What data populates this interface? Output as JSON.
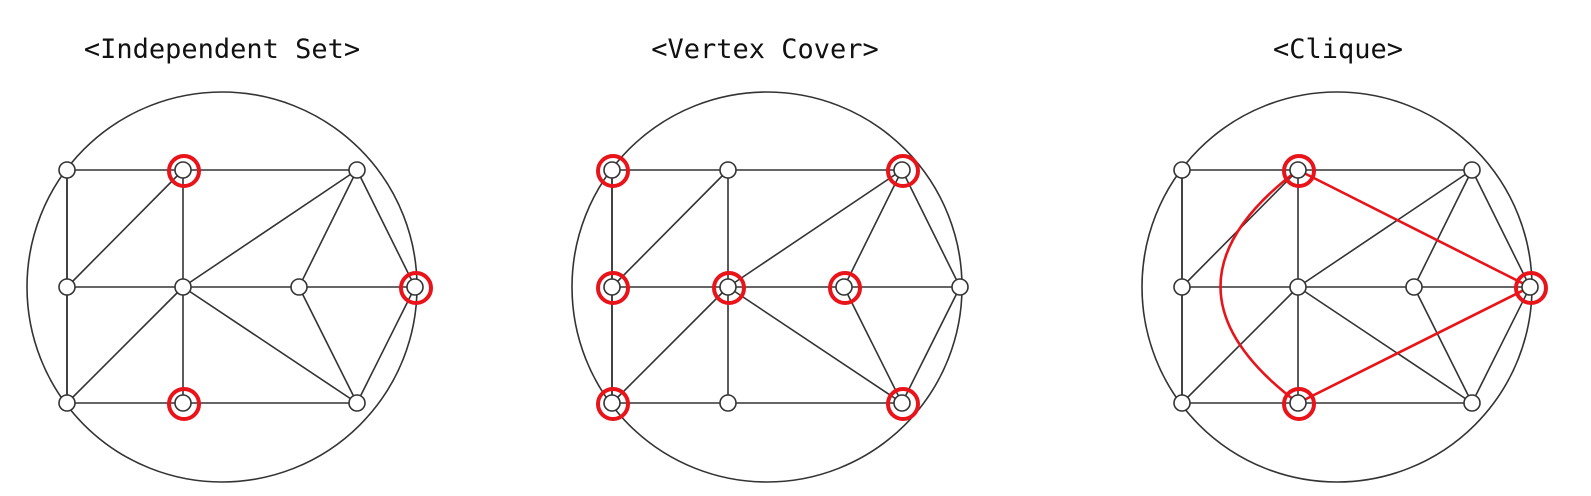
{
  "panels": [
    {
      "title": "<Independent Set>",
      "highlighted_vertices": [
        "n1",
        "n6",
        "n8"
      ],
      "highlighted_edges": []
    },
    {
      "title": "<Vertex Cover>",
      "highlighted_vertices": [
        "n0",
        "n2",
        "n3",
        "n4",
        "n5",
        "n7",
        "n9"
      ],
      "highlighted_edges": []
    },
    {
      "title": "<Clique>",
      "highlighted_vertices": [
        "n1",
        "n6",
        "n8"
      ],
      "highlighted_edges": [
        [
          "n1",
          "n6"
        ],
        [
          "n6",
          "n8"
        ],
        [
          "n1",
          "n8"
        ]
      ]
    }
  ],
  "graph": {
    "vertices": [
      "n0",
      "n1",
      "n2",
      "n3",
      "n4",
      "n5",
      "n6",
      "n7",
      "n8",
      "n9"
    ],
    "edges": [
      [
        "n0",
        "n1"
      ],
      [
        "n1",
        "n2"
      ],
      [
        "n0",
        "n3"
      ],
      [
        "n3",
        "n7"
      ],
      [
        "n7",
        "n8"
      ],
      [
        "n8",
        "n9"
      ],
      [
        "n3",
        "n4"
      ],
      [
        "n4",
        "n5"
      ],
      [
        "n5",
        "n6"
      ],
      [
        "n1",
        "n4"
      ],
      [
        "n4",
        "n8"
      ],
      [
        "n1",
        "n3"
      ],
      [
        "n4",
        "n7"
      ],
      [
        "n2",
        "n4"
      ],
      [
        "n4",
        "n9"
      ],
      [
        "n2",
        "n5"
      ],
      [
        "n5",
        "n9"
      ],
      [
        "n2",
        "n6"
      ],
      [
        "n6",
        "n9"
      ],
      [
        "n0",
        "n7"
      ]
    ]
  },
  "colors": {
    "edge": "#333333",
    "vertex_stroke": "#333333",
    "vertex_fill": "#ffffff",
    "highlight": "#e8141a"
  }
}
